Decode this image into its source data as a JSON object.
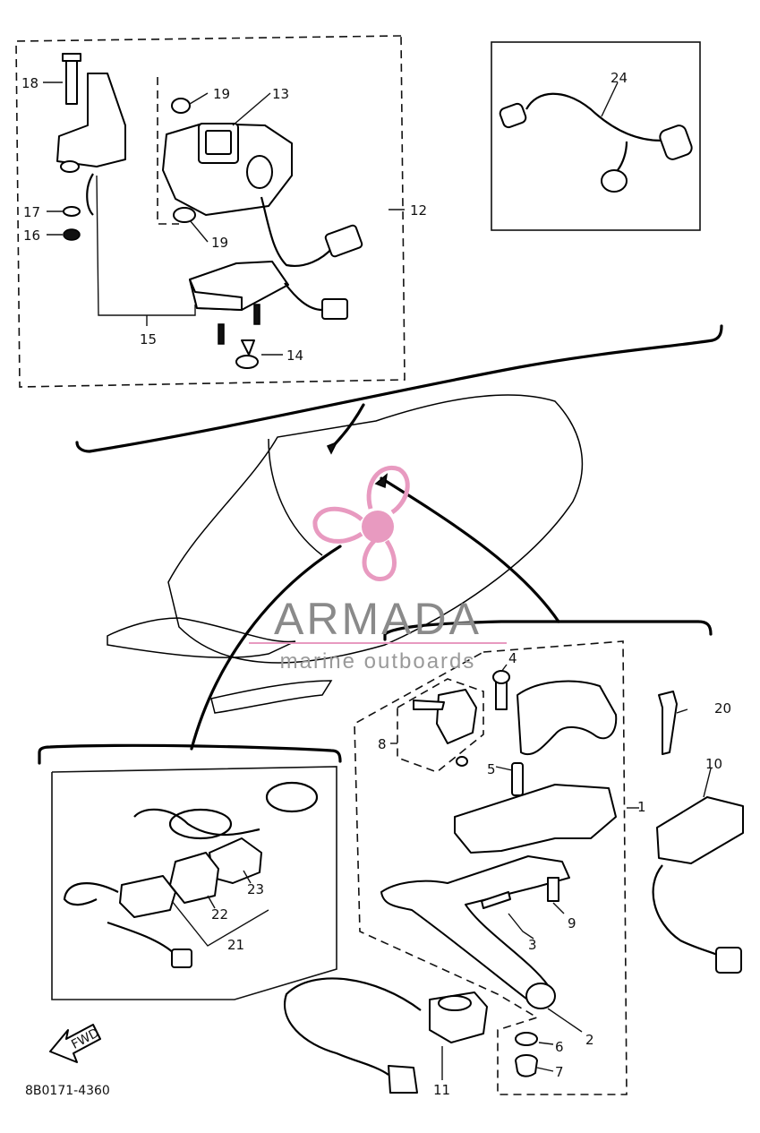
{
  "diagram": {
    "callouts": [
      "1",
      "2",
      "3",
      "4",
      "5",
      "6",
      "7",
      "8",
      "9",
      "10",
      "11",
      "12",
      "13",
      "14",
      "15",
      "16",
      "17",
      "18",
      "19",
      "19",
      "20",
      "21",
      "22",
      "23",
      "24"
    ],
    "part_code": "8B0171-4360",
    "fwd_label": "FWD"
  },
  "watermark": {
    "title": "ARMADA",
    "subtitle": "marine outboards",
    "logo_color": "#e89ac0"
  }
}
